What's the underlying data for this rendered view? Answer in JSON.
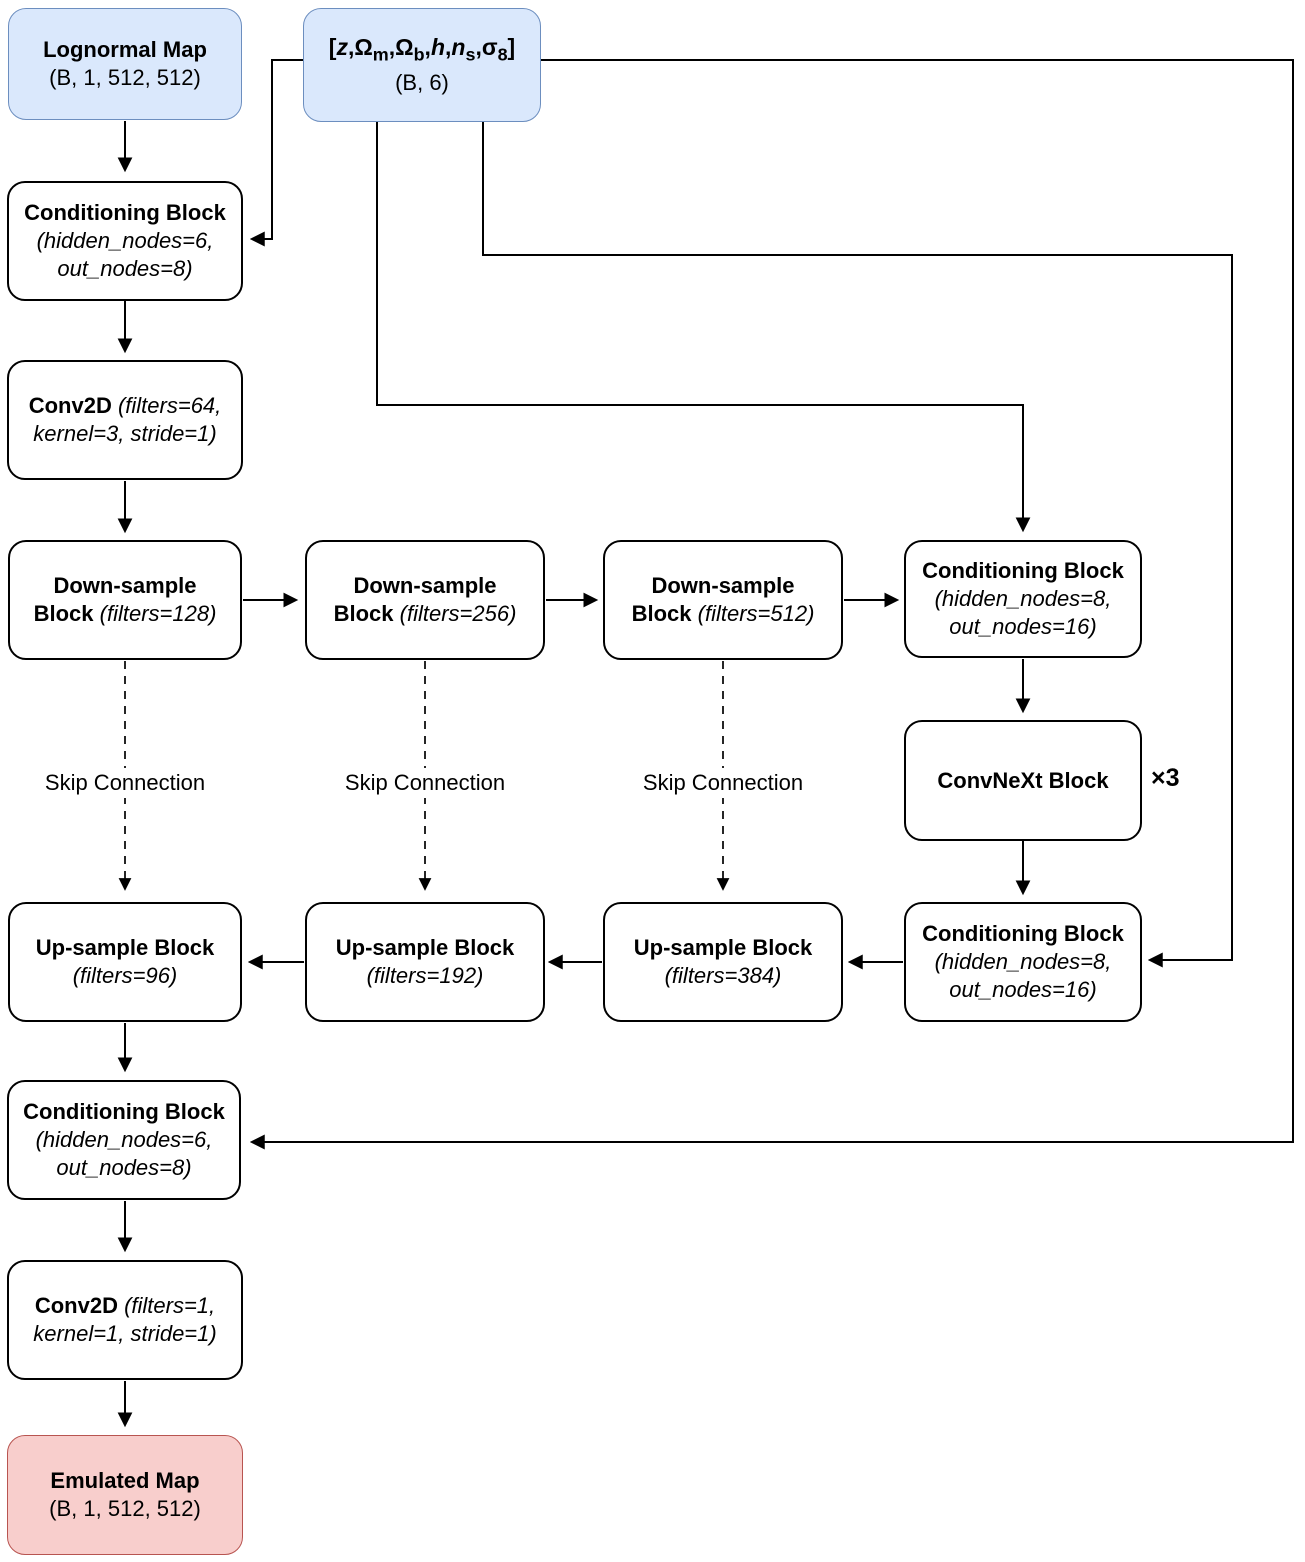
{
  "colors": {
    "input_fill": "#dae8fc",
    "input_stroke": "#6c8ebf",
    "output_fill": "#f8cecc",
    "output_stroke": "#b85450",
    "line": "#000000"
  },
  "nodes": {
    "lognormal_map": {
      "title": "Lognormal Map",
      "shape": "(B, 1, 512, 512)"
    },
    "cosmo_params": {
      "bracket_open": "[",
      "z": "z",
      "comma_omega_m": ",Ω",
      "sub_m": "m",
      "comma_omega_b": ",Ω",
      "sub_b": "b",
      "comma_1": ",",
      "h": "h",
      "comma_2": ",",
      "n": "n",
      "sub_s": "s",
      "comma_sigma": ",σ",
      "sub_8": "8",
      "bracket_close": "]",
      "shape": "(B, 6)"
    },
    "conditioning_block_in": {
      "title": "Conditioning Block",
      "param_line1": "(hidden_nodes=6,",
      "param_line2": "out_nodes=8)"
    },
    "conv2d_in": {
      "name": "Conv2D",
      "param_inline": " (filters=64,",
      "param_line2": "kernel=3, stride=1)"
    },
    "downsample_1": {
      "line1": "Down-sample",
      "name2": "Block",
      "param_inline": " (filters=128)"
    },
    "downsample_2": {
      "line1": "Down-sample",
      "name2": "Block",
      "param_inline": " (filters=256)"
    },
    "downsample_3": {
      "line1": "Down-sample",
      "name2": "Block",
      "param_inline": " (filters=512)"
    },
    "conditioning_block_enc": {
      "title": "Conditioning Block",
      "param_line1": "(hidden_nodes=8,",
      "param_line2": "out_nodes=16)"
    },
    "convnext_block": {
      "title": "ConvNeXt Block",
      "multiplier": "×3"
    },
    "conditioning_block_dec": {
      "title": "Conditioning Block",
      "param_line1": "(hidden_nodes=8,",
      "param_line2": "out_nodes=16)"
    },
    "upsample_3": {
      "title": "Up-sample Block",
      "param": "(filters=384)"
    },
    "upsample_2": {
      "title": "Up-sample Block",
      "param": "(filters=192)"
    },
    "upsample_1": {
      "title": "Up-sample Block",
      "param": "(filters=96)"
    },
    "conditioning_block_out": {
      "title": "Conditioning Block",
      "param_line1": "(hidden_nodes=6,",
      "param_line2": "out_nodes=8)"
    },
    "conv2d_out": {
      "name": "Conv2D",
      "param_inline": " (filters=1,",
      "param_line2": "kernel=1, stride=1)"
    },
    "emulated_map": {
      "title": "Emulated Map",
      "shape": "(B, 1, 512, 512)"
    }
  },
  "labels": {
    "skip_connection_1": "Skip Connection",
    "skip_connection_2": "Skip Connection",
    "skip_connection_3": "Skip Connection"
  }
}
